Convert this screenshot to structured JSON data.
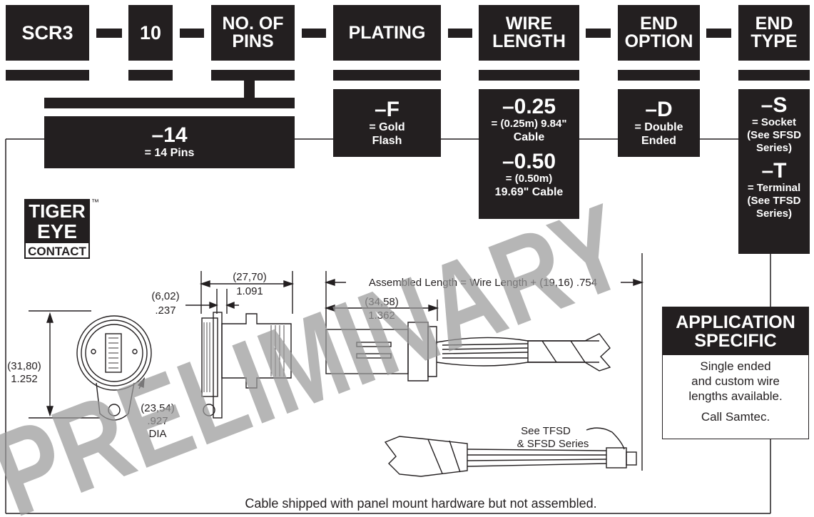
{
  "header": {
    "series": "SCR3",
    "size": "10",
    "pins_label": "NO. OF PINS",
    "plating_label": "PLATING",
    "wire_length_label": "WIRE LENGTH",
    "end_option_label": "END OPTION",
    "end_type_label": "END TYPE"
  },
  "pins": {
    "code": "–14",
    "desc": "= 14 Pins"
  },
  "plating": {
    "code": "–F",
    "desc_1": "= Gold",
    "desc_2": "Flash"
  },
  "wire_length": {
    "opt1_code": "–0.25",
    "opt1_desc_1": "= (0.25m) 9.84\"",
    "opt1_desc_2": "Cable",
    "opt2_code": "–0.50",
    "opt2_desc_1": "= (0.50m)",
    "opt2_desc_2": "19.69\" Cable"
  },
  "end_option": {
    "code": "–D",
    "desc_1": "= Double",
    "desc_2": "Ended"
  },
  "end_type": {
    "opt1_code": "–S",
    "opt1_desc_1": "= Socket",
    "opt1_desc_2": "(See SFSD",
    "opt1_desc_3": "Series)",
    "opt2_code": "–T",
    "opt2_desc_1": "= Terminal",
    "opt2_desc_2": "(See TFSD",
    "opt2_desc_3": "Series)"
  },
  "logo": {
    "line1": "TIGER",
    "line2": "EYE",
    "line3": "CONTACT",
    "tm": "™"
  },
  "dimensions": {
    "d1_mm": "(27,70)",
    "d1_in": "1.091",
    "d2_mm": "(6,02)",
    "d2_in": ".237",
    "d3_mm": "(31,80)",
    "d3_in": "1.252",
    "d4_mm": "(23,54)",
    "d4_in": ".927",
    "d4_note": "DIA",
    "d5_mm": "(34,58)",
    "d5_in": "1.362",
    "assembled": "Assembled Length = Wire Length + (19,16) .754"
  },
  "callout": {
    "line1": "See TFSD",
    "line2": "& SFSD Series"
  },
  "watermark": "PRELIMINARY",
  "application": {
    "title_1": "APPLICATION",
    "title_2": "SPECIFIC",
    "body_1": "Single ended",
    "body_2": "and custom wire",
    "body_3": "lengths available.",
    "body_4": "Call Samtec."
  },
  "footer": "Cable shipped with panel mount hardware but not assembled."
}
